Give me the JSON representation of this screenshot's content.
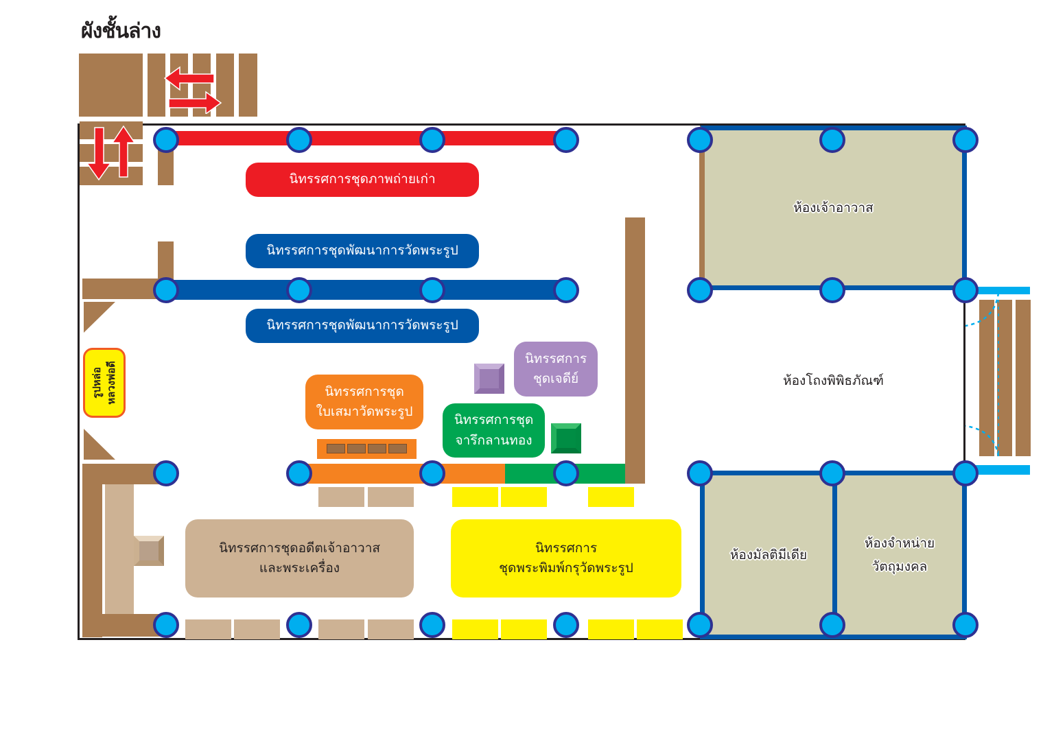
{
  "title": "ผังชั้นล่าง",
  "colors": {
    "wall": "#a87b50",
    "pillar": "#00aeef",
    "pillar_border": "#2e3192",
    "red_exhibit": "#ed1c24",
    "blue_exhibit": "#0057a8",
    "orange_exhibit": "#f58220",
    "green_exhibit": "#00a651",
    "purple_exhibit": "#a98bc2",
    "yellow_exhibit": "#fff200",
    "tan_exhibit": "#cdb294",
    "room_fill": "#d2d1b3"
  },
  "exhibits": {
    "old_photos": "นิทรรศการชุดภาพถ่ายเก่า",
    "development_1": "นิทรรศการชุดพัฒนาการวัดพระรูป",
    "development_2": "นิทรรศการชุดพัฒนาการวัดพระรูป",
    "sema_line1": "นิทรรศการชุด",
    "sema_line2": "ใบเสมาวัดพระรูป",
    "chedi_line1": "นิทรรศการ",
    "chedi_line2": "ชุดเจดีย์",
    "gold_inscription_line1": "นิทรรศการชุด",
    "gold_inscription_line2": "จารึกลานทอง",
    "former_abbots_line1": "นิทรรศการชุดอดีตเจ้าอาวาส",
    "former_abbots_line2": "และพระเครื่อง",
    "amulet_line1": "นิทรรศการ",
    "amulet_line2": "ชุดพระพิมพ์กรุวัดพระรูป",
    "statue_line1": "รูปหล่อ",
    "statue_line2": "หลวงพ่อดี"
  },
  "rooms": {
    "abbot_room": "ห้องเจ้าอาวาส",
    "museum_hall": "ห้องโถงพิพิธภัณฑ์",
    "multimedia_room": "ห้องมัลติมีเดีย",
    "souvenir_line1": "ห้องจำหน่าย",
    "souvenir_line2": "วัตถุมงคล"
  },
  "legend_icons": {
    "stairs_top": "stairs-icon",
    "stairs_left": "stairs-icon",
    "entrance": "door-icon"
  }
}
